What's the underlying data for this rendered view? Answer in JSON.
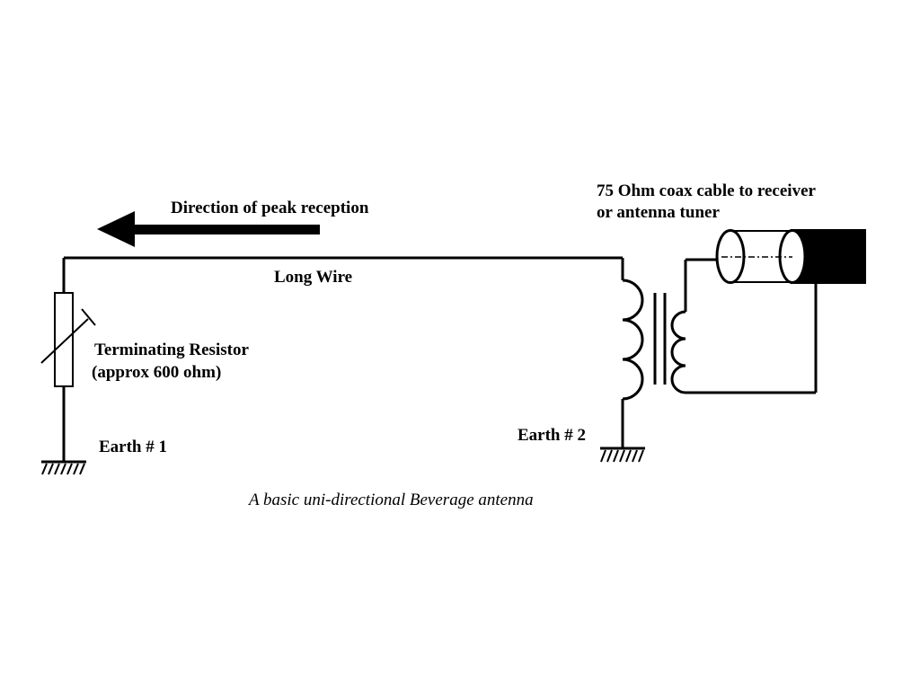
{
  "labels": {
    "direction": "Direction of peak reception",
    "coax_line1": "75 Ohm coax cable to receiver",
    "coax_line2": "or antenna tuner",
    "long_wire": "Long Wire",
    "resistor_line1": "Terminating Resistor",
    "resistor_line2": "(approx 600 ohm)",
    "earth1": "Earth # 1",
    "earth2": "Earth # 2"
  },
  "caption": "A basic uni-directional Beverage antenna",
  "colors": {
    "ink": "#000000",
    "background": "#ffffff"
  }
}
